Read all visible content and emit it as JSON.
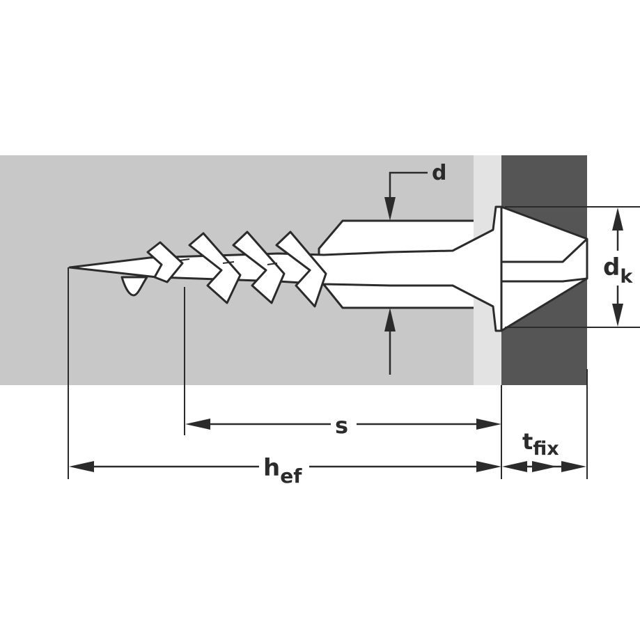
{
  "labels": {
    "d": "d",
    "dk_main": "d",
    "dk_sub": "k",
    "s": "s",
    "hef_main": "h",
    "hef_sub": "ef",
    "tfix_main": "t",
    "tfix_sub": "fix"
  },
  "colors": {
    "base_material": "#c8c8c8",
    "gap": "#e3e3e3",
    "fixture": "#555555",
    "screw_fill": "#ffffff",
    "line": "#2b2b2b"
  }
}
